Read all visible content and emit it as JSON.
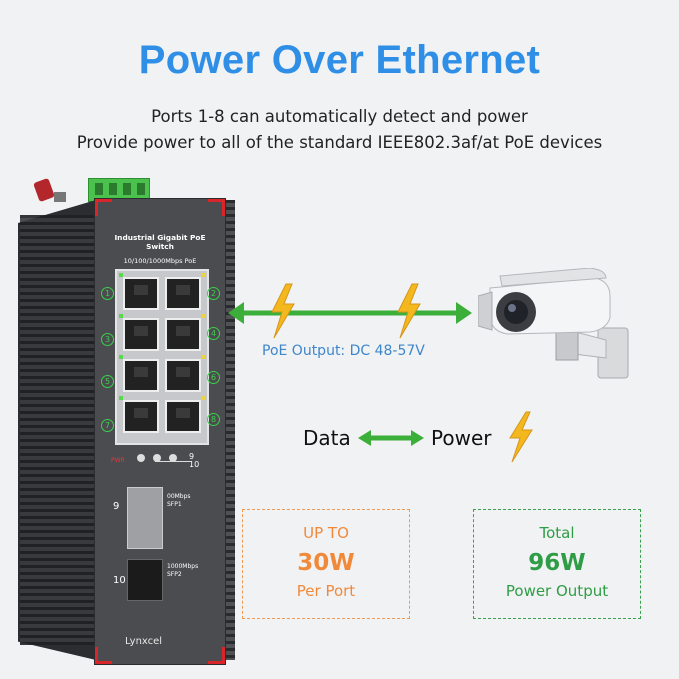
{
  "header": {
    "title": "Power Over Ethernet",
    "line1": "Ports 1-8 can automatically detect and power",
    "line2": "Provide power to all of the standard IEEE802.3af/at PoE devices"
  },
  "device": {
    "name": "Industrial Gigabit PoE Switch",
    "speed_label": "10/100/1000Mbps PoE",
    "port_numbers": [
      "1",
      "2",
      "3",
      "4",
      "5",
      "6",
      "7",
      "8"
    ],
    "pwr_label": "PWR",
    "status_9": "9",
    "status_10": "10",
    "sfp1_number": "9",
    "sfp1_label_a": "00Mbps",
    "sfp1_label_b": "SFP1",
    "sfp2_number": "10",
    "sfp2_label_a": "1000Mbps",
    "sfp2_label_b": "SFP2",
    "brand": "Lynxcel"
  },
  "poe_output": "PoE Output: DC 48-57V",
  "legend": {
    "data": "Data",
    "power": "Power"
  },
  "box_port": {
    "line1": "UP TO",
    "line2": "30W",
    "line3": "Per Port"
  },
  "box_total": {
    "line1": "Total",
    "line2": "96W",
    "line3": "Power Output"
  },
  "colors": {
    "title_blue": "#2f8fe6",
    "poe_blue": "#3e86cc",
    "arrow_green": "#3cae3a",
    "bolt_yellow": "#f4b81f",
    "orange": "#f08a3a",
    "green": "#2f9d45"
  },
  "icons": [
    "lightning-bolt-icon",
    "double-arrow-icon",
    "security-camera-icon"
  ]
}
